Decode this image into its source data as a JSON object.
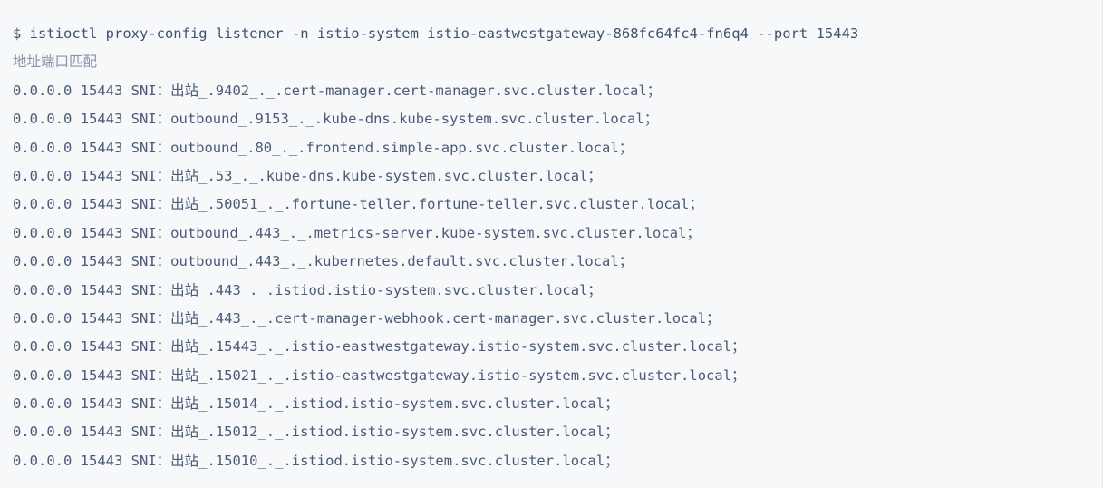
{
  "terminal": {
    "background_color": "#f7f8fa",
    "text_color": "#4a5a78",
    "prompt_symbol": "$",
    "command": "istioctl proxy-config listener -n istio-system istio-eastwestgateway-868fc64fc4-fn6q4 --port 15443",
    "command_full": "$ istioctl proxy-config listener -n istio-system istio-eastwestgateway-868fc64fc4-fn6q4 --port 15443",
    "column_header": "地址端口匹配",
    "rows": [
      {
        "address": "0.0.0.0",
        "port": "15443",
        "match_label": "SNI：",
        "value": "出站_.9402_._.cert-manager.cert-manager.svc.cluster.local；",
        "full": "0.0.0.0 15443 SNI：出站_.9402_._.cert-manager.cert-manager.svc.cluster.local；"
      },
      {
        "address": "0.0.0.0",
        "port": "15443",
        "match_label": "SNI：",
        "value": "outbound_.9153_._.kube-dns.kube-system.svc.cluster.local；",
        "full": "0.0.0.0 15443 SNI：outbound_.9153_._.kube-dns.kube-system.svc.cluster.local；"
      },
      {
        "address": "0.0.0.0",
        "port": "15443",
        "match_label": "SNI：",
        "value": "outbound_.80_._.frontend.simple-app.svc.cluster.local；",
        "full": "0.0.0.0 15443 SNI：outbound_.80_._.frontend.simple-app.svc.cluster.local；"
      },
      {
        "address": "0.0.0.0",
        "port": "15443",
        "match_label": "SNI：",
        "value": "出站_.53_._.kube-dns.kube-system.svc.cluster.local；",
        "full": "0.0.0.0 15443 SNI：出站_.53_._.kube-dns.kube-system.svc.cluster.local；"
      },
      {
        "address": "0.0.0.0",
        "port": "15443",
        "match_label": "SNI：",
        "value": "出站_.50051_._.fortune-teller.fortune-teller.svc.cluster.local；",
        "full": "0.0.0.0 15443 SNI：出站_.50051_._.fortune-teller.fortune-teller.svc.cluster.local；"
      },
      {
        "address": "0.0.0.0",
        "port": "15443",
        "match_label": "SNI：",
        "value": "outbound_.443_._.metrics-server.kube-system.svc.cluster.local；",
        "full": "0.0.0.0 15443 SNI：outbound_.443_._.metrics-server.kube-system.svc.cluster.local；"
      },
      {
        "address": "0.0.0.0",
        "port": "15443",
        "match_label": "SNI：",
        "value": "outbound_.443_._.kubernetes.default.svc.cluster.local；",
        "full": "0.0.0.0 15443 SNI：outbound_.443_._.kubernetes.default.svc.cluster.local；"
      },
      {
        "address": "0.0.0.0",
        "port": "15443",
        "match_label": "SNI：",
        "value": "出站_.443_._.istiod.istio-system.svc.cluster.local；",
        "full": "0.0.0.0 15443 SNI：出站_.443_._.istiod.istio-system.svc.cluster.local；"
      },
      {
        "address": "0.0.0.0",
        "port": "15443",
        "match_label": "SNI：",
        "value": "出站_.443_._.cert-manager-webhook.cert-manager.svc.cluster.local；",
        "full": "0.0.0.0 15443 SNI：出站_.443_._.cert-manager-webhook.cert-manager.svc.cluster.local；"
      },
      {
        "address": "0.0.0.0",
        "port": "15443",
        "match_label": "SNI：",
        "value": "出站_.15443_._.istio-eastwestgateway.istio-system.svc.cluster.local；",
        "full": "0.0.0.0 15443 SNI：出站_.15443_._.istio-eastwestgateway.istio-system.svc.cluster.local；"
      },
      {
        "address": "0.0.0.0",
        "port": "15443",
        "match_label": "SNI：",
        "value": "出站_.15021_._.istio-eastwestgateway.istio-system.svc.cluster.local；",
        "full": "0.0.0.0 15443 SNI：出站_.15021_._.istio-eastwestgateway.istio-system.svc.cluster.local；"
      },
      {
        "address": "0.0.0.0",
        "port": "15443",
        "match_label": "SNI：",
        "value": "出站_.15014_._.istiod.istio-system.svc.cluster.local；",
        "full": "0.0.0.0 15443 SNI：出站_.15014_._.istiod.istio-system.svc.cluster.local；"
      },
      {
        "address": "0.0.0.0",
        "port": "15443",
        "match_label": "SNI：",
        "value": "出站_.15012_._.istiod.istio-system.svc.cluster.local；",
        "full": "0.0.0.0 15443 SNI：出站_.15012_._.istiod.istio-system.svc.cluster.local；"
      },
      {
        "address": "0.0.0.0",
        "port": "15443",
        "match_label": "SNI：",
        "value": "出站_.15010_._.istiod.istio-system.svc.cluster.local；",
        "full": "0.0.0.0 15443 SNI：出站_.15010_._.istiod.istio-system.svc.cluster.local；"
      }
    ]
  }
}
